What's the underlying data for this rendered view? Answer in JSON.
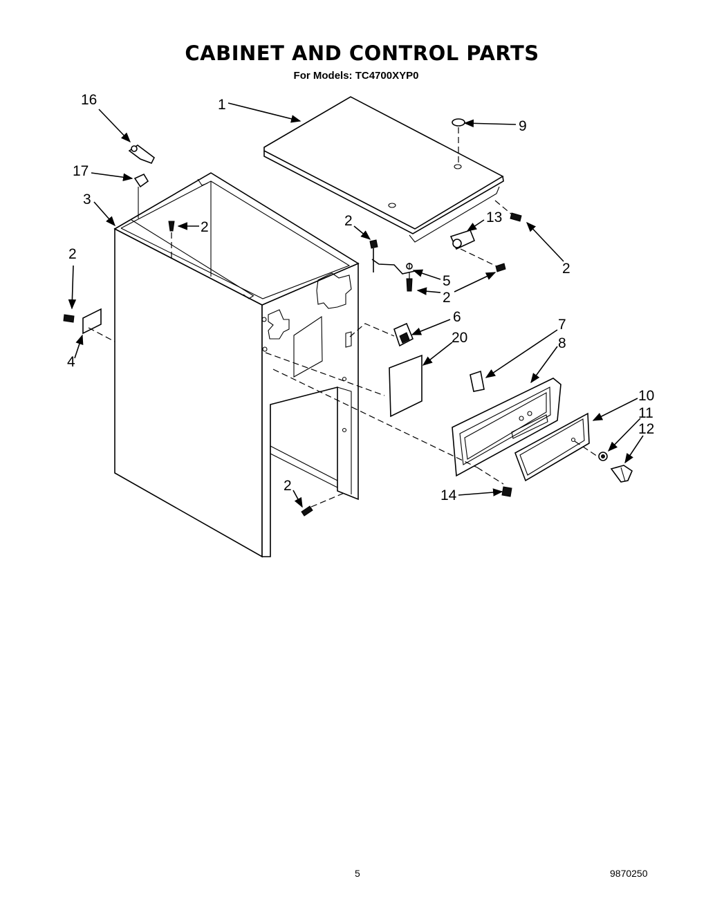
{
  "header": {
    "title": "CABINET AND CONTROL PARTS",
    "subtitle": "For Models:  TC4700XYP0"
  },
  "callouts": {
    "c1": "1",
    "c9": "9",
    "c16": "16",
    "c17": "17",
    "c3": "3",
    "c2a": "2",
    "c2b": "2",
    "c2c": "2",
    "c2d": "2",
    "c2e": "2",
    "c2f": "2",
    "c13": "13",
    "c5": "5",
    "c4": "4",
    "c6": "6",
    "c20": "20",
    "c7": "7",
    "c8": "8",
    "c10": "10",
    "c11": "11",
    "c12": "12",
    "c14": "14"
  },
  "footer": {
    "page_number": "5",
    "document_number": "9870250"
  }
}
